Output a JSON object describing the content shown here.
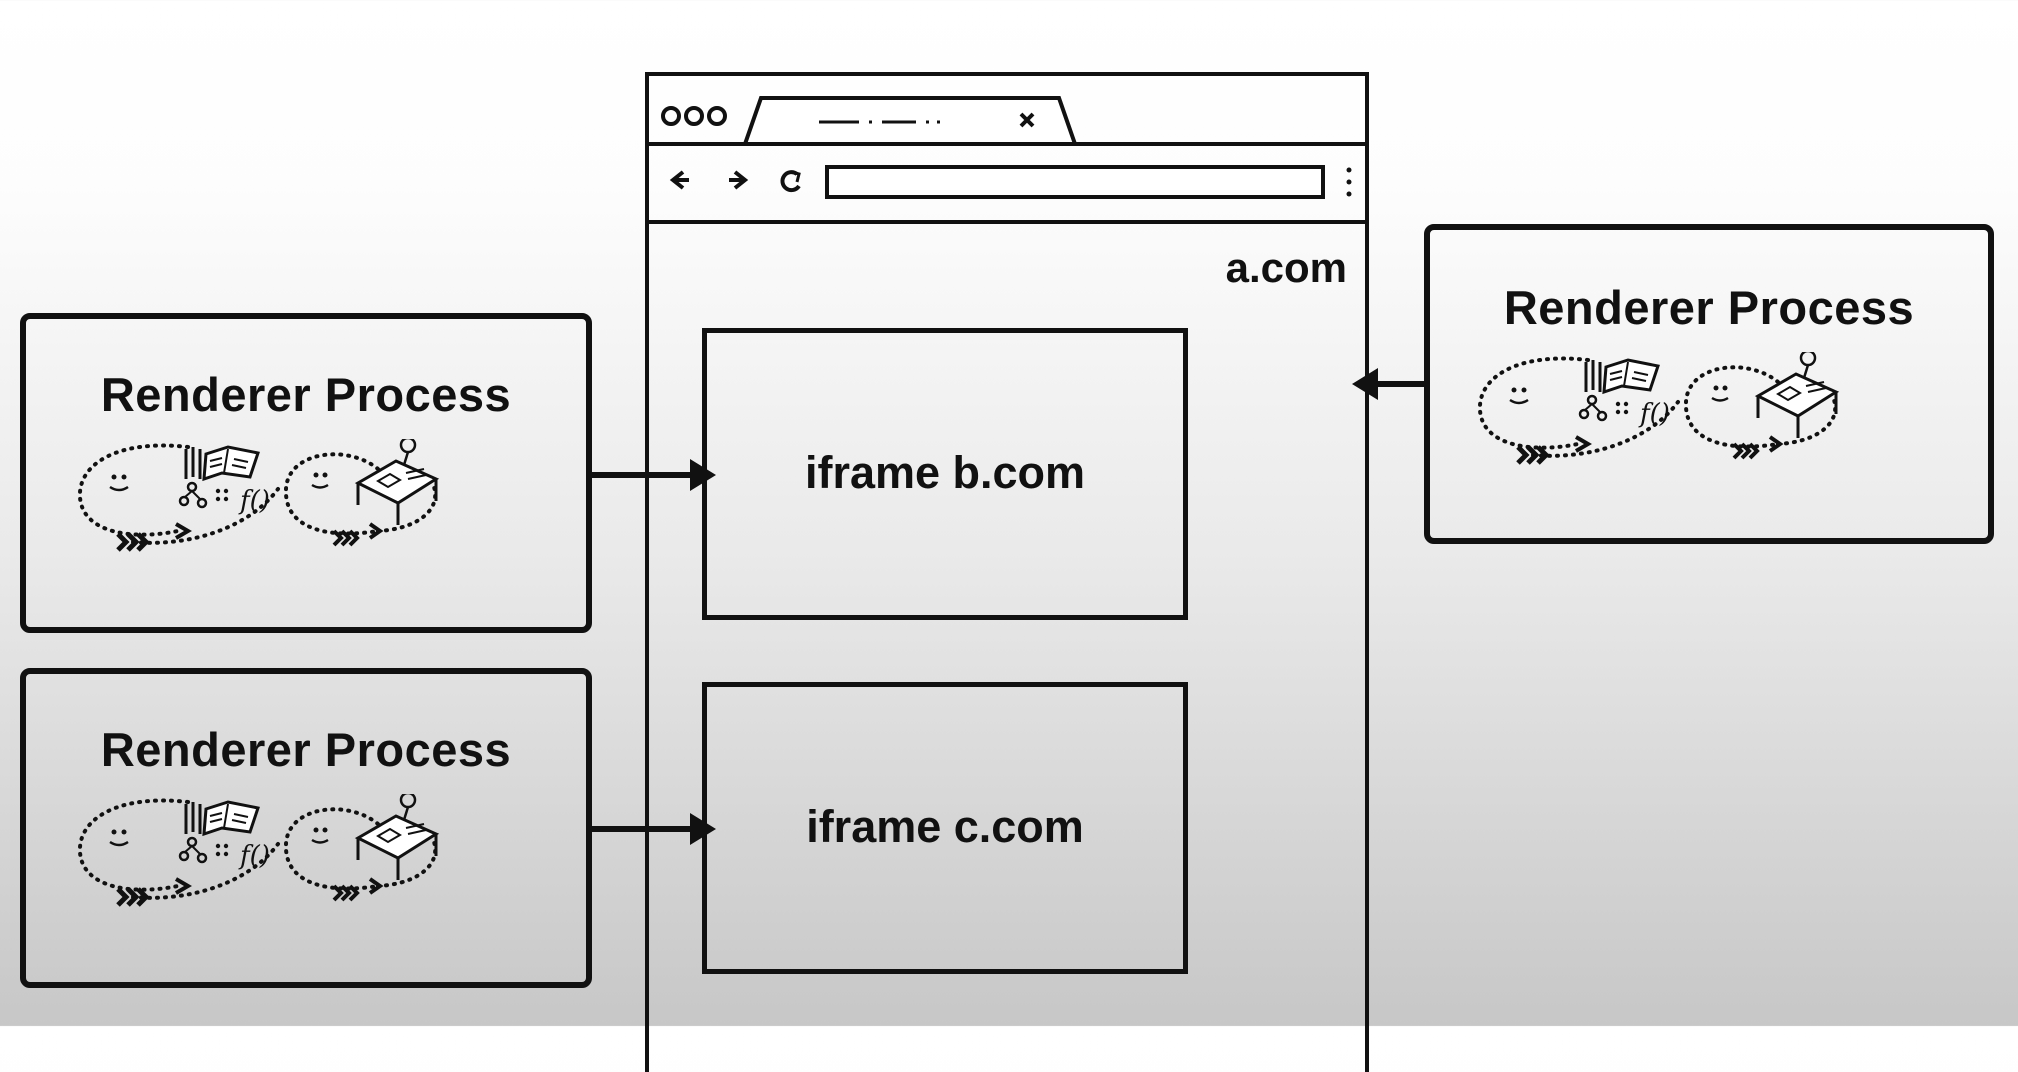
{
  "browser": {
    "origin": "a.com",
    "tab_icons": [
      "window-dot-icon",
      "window-dot-icon",
      "window-dot-icon"
    ],
    "nav_icons": [
      "back-arrow-icon",
      "forward-arrow-icon",
      "reload-icon",
      "more-menu-icon"
    ],
    "tab_close_icon": "close-icon"
  },
  "iframes": [
    {
      "label": "iframe b.com"
    },
    {
      "label": "iframe c.com"
    }
  ],
  "processes": [
    {
      "title": "Renderer Process",
      "icons": [
        "event-loop-icon",
        "js-tools-icon",
        "worker-loop-icon",
        "desk-icon"
      ]
    },
    {
      "title": "Renderer Process",
      "icons": [
        "event-loop-icon",
        "js-tools-icon",
        "worker-loop-icon",
        "desk-icon"
      ]
    },
    {
      "title": "Renderer Process",
      "icons": [
        "event-loop-icon",
        "js-tools-icon",
        "worker-loop-icon",
        "desk-icon"
      ]
    }
  ]
}
